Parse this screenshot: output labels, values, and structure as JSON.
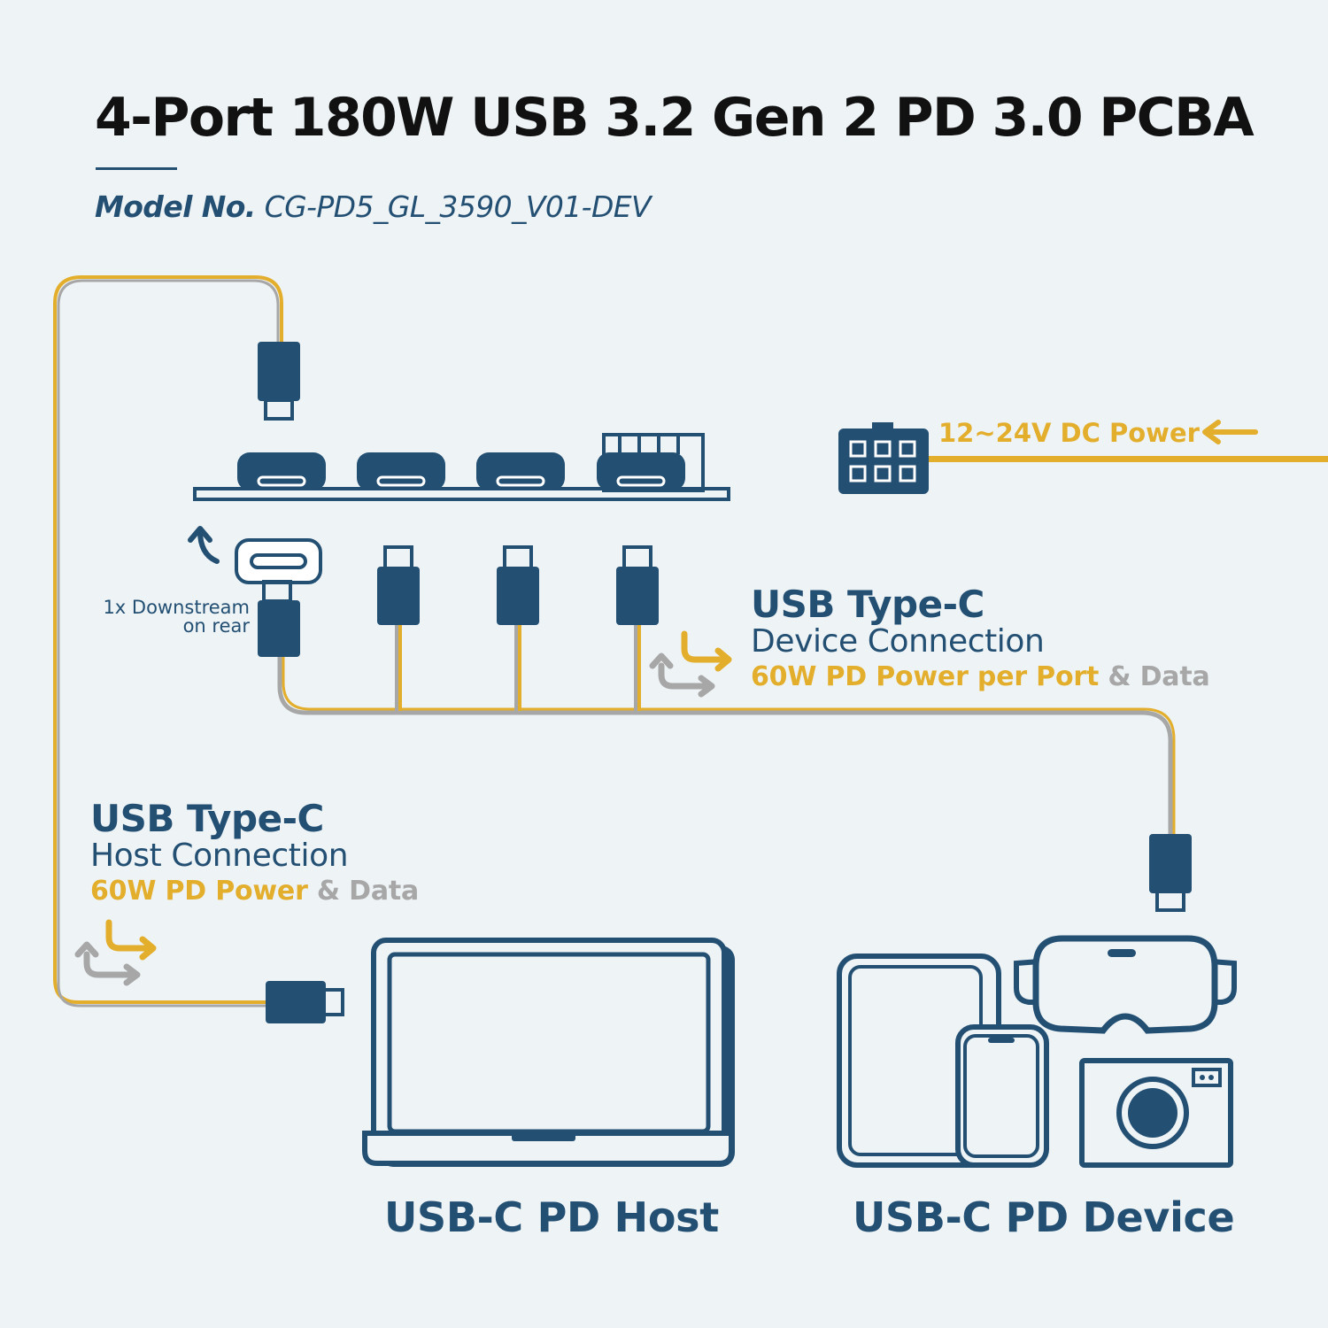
{
  "header": {
    "title": "4-Port 180W USB 3.2 Gen 2 PD 3.0 PCBA",
    "model_label": "Model No.",
    "model_value": "CG-PD5_GL_3590_V01-DEV"
  },
  "power_input": {
    "label": "12~24V DC Power"
  },
  "rear_port_note": {
    "line1": "1x Downstream",
    "line2": "on rear"
  },
  "device_connection": {
    "heading": "USB Type-C",
    "subheading": "Device Connection",
    "power_text": "60W PD Power per Port",
    "data_text": "& Data"
  },
  "host_connection": {
    "heading": "USB Type-C",
    "subheading": "Host Connection",
    "power_text": "60W PD Power",
    "data_text": "& Data"
  },
  "labels": {
    "host": "USB-C PD Host",
    "device": "USB-C PD Device"
  },
  "colors": {
    "navy": "#234f73",
    "gold": "#e3ae2c",
    "grey": "#a7a7a7",
    "background": "#eef3f6"
  },
  "icons": [
    "usb-c-plug-icon",
    "usb-c-port-icon",
    "dc-power-connector-icon",
    "laptop-icon",
    "tablet-icon",
    "phone-icon",
    "vr-headset-icon",
    "camera-icon",
    "bidirectional-arrows-icon",
    "left-arrow-icon",
    "curved-up-arrow-icon"
  ]
}
